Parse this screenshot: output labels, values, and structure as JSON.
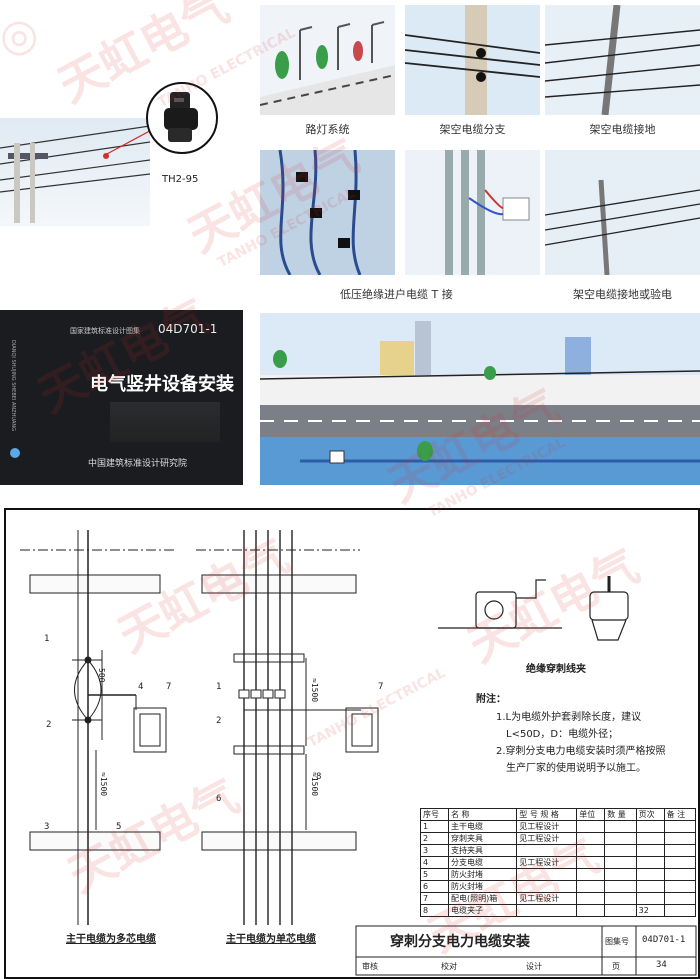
{
  "brand": {
    "watermark_cn": "天虹电气",
    "watermark_en": "TANHO ELECTRICAL",
    "accent": "#d62828"
  },
  "product": {
    "model": "TH2-95"
  },
  "photos": [
    {
      "caption": "路灯系统"
    },
    {
      "caption": "架空电缆分支"
    },
    {
      "caption": "架空电缆接地"
    },
    {
      "caption": ""
    },
    {
      "caption": "低压绝缘进户电缆 T 接"
    },
    {
      "caption": "架空电缆接地或验电"
    }
  ],
  "cover": {
    "series": "国家建筑标准设计图集",
    "code": "04D701-1",
    "title": "电气竖井设备安装",
    "publisher": "中国建筑标准设计研究院",
    "side_text": "DIANQI SHUJING SHEBEI ANZHUANG",
    "bg": "#1a1c1f"
  },
  "drawing": {
    "clamp_caption": "绝缘穿刺线夹",
    "notes_title": "附注：",
    "notes": [
      "1.L为电缆外护套剥除长度，建议",
      "L<50D，D：电缆外径；",
      "2.穿刺分支电力电缆安装时须严格按照",
      "生产厂家的使用说明予以施工。"
    ],
    "dims": [
      "500",
      "≈1500",
      "≈1500",
      "≈1500"
    ],
    "callouts": [
      "1",
      "2",
      "3",
      "4",
      "5",
      "6",
      "7",
      "1",
      "2",
      "6",
      "7",
      "8"
    ],
    "left_caption": "主干电缆为多芯电缆",
    "right_caption": "主干电缆为单芯电缆",
    "bom": {
      "headers": [
        "序号",
        "名 称",
        "型 号 规 格",
        "单位",
        "数 量",
        "页次",
        "备 注"
      ],
      "rows": [
        [
          "1",
          "主干电缆",
          "见工程设计",
          "",
          "",
          "",
          ""
        ],
        [
          "2",
          "穿刺夹具",
          "见工程设计",
          "",
          "",
          "",
          ""
        ],
        [
          "3",
          "支持夹具",
          "",
          "",
          "",
          "",
          ""
        ],
        [
          "4",
          "分支电缆",
          "见工程设计",
          "",
          "",
          "",
          ""
        ],
        [
          "5",
          "防火封堵",
          "",
          "",
          "",
          "",
          ""
        ],
        [
          "6",
          "防火封堵",
          "",
          "",
          "",
          "",
          ""
        ],
        [
          "7",
          "配电(照明)箱",
          "见工程设计",
          "",
          "",
          "",
          ""
        ],
        [
          "8",
          "电缆夹子",
          "",
          "",
          "",
          "32",
          ""
        ]
      ]
    },
    "title_block": {
      "title": "穿刺分支电力电缆安装",
      "atlas_label": "图集号",
      "atlas_no": "04D701-1",
      "review": "审核",
      "check": "校对",
      "design": "设计",
      "page_label": "页",
      "page_no": "34"
    }
  }
}
